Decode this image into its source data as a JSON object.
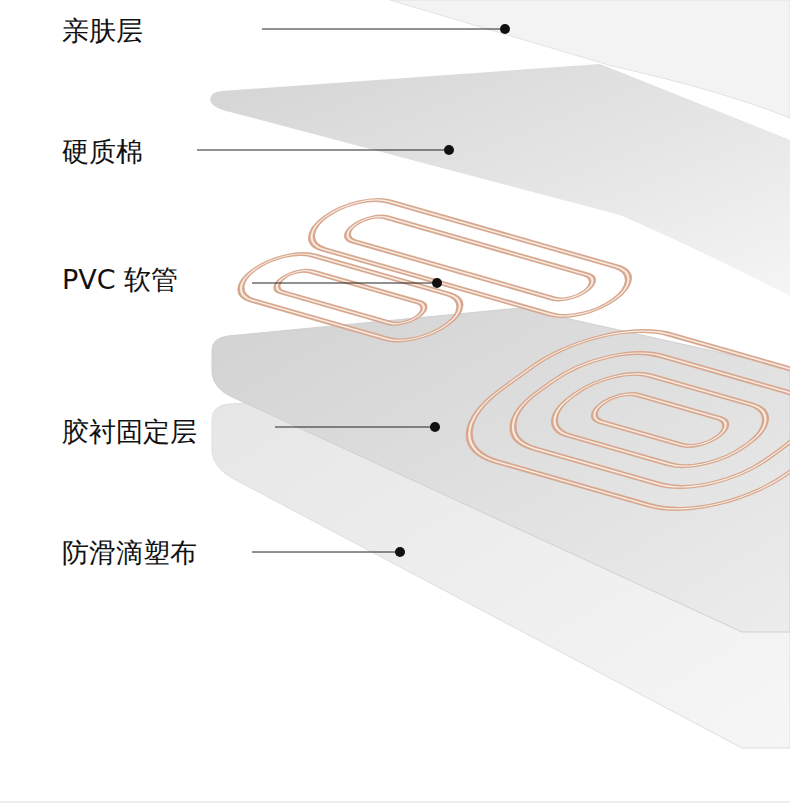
{
  "diagram": {
    "labels": [
      "亲肤层",
      "硬质棉",
      "PVC 软管",
      "胶衬固定层",
      "防滑滴塑布"
    ]
  }
}
